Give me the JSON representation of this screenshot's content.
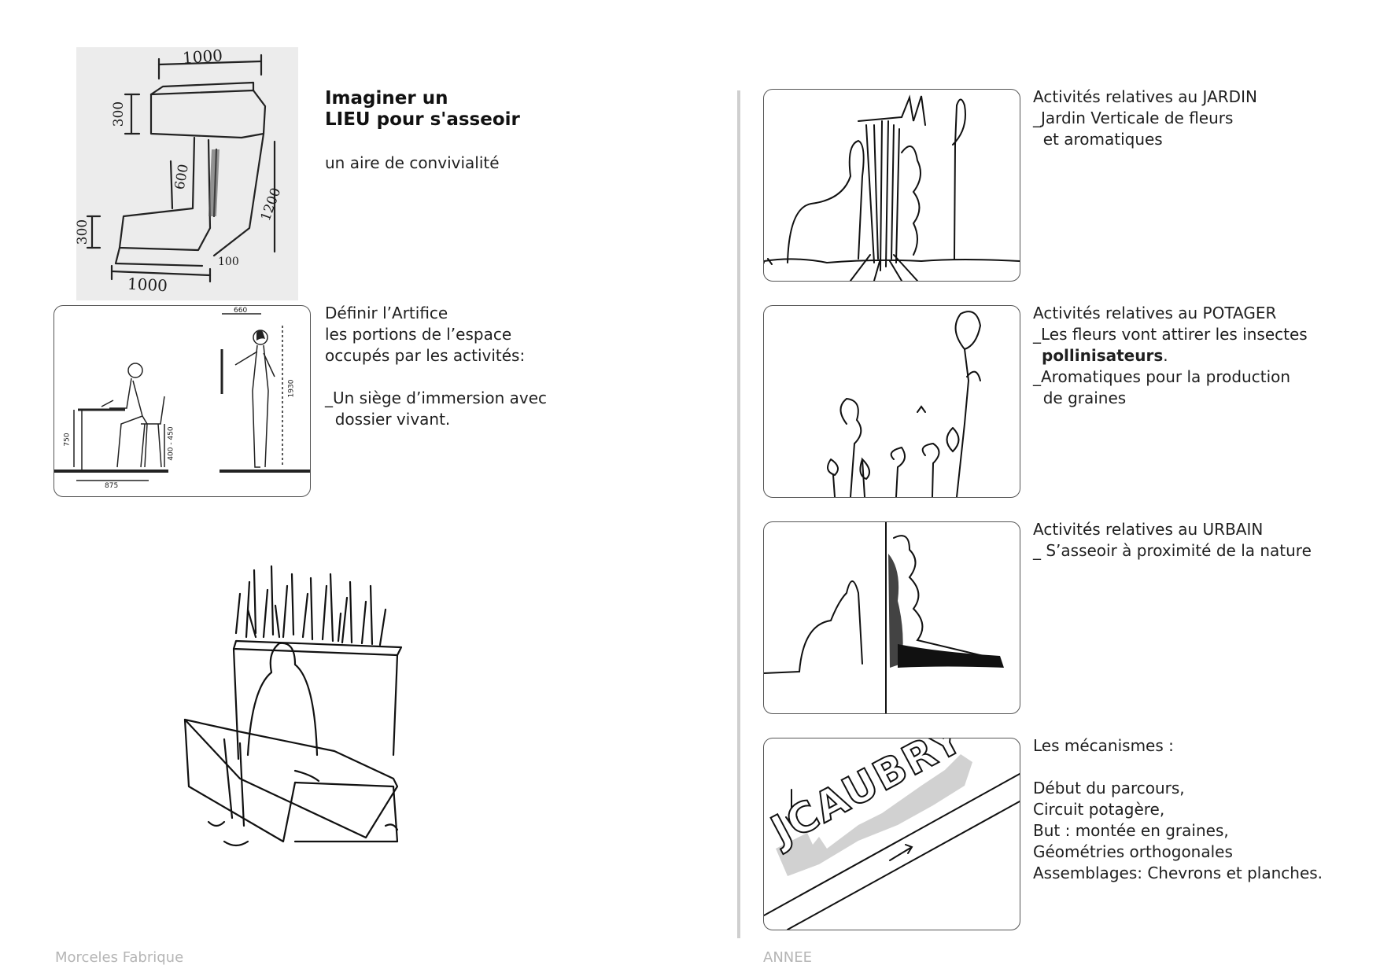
{
  "left_page": {
    "heading_line1": "Imaginer un",
    "heading_line2": "LIEU pour s'asseoir",
    "subtitle": "un aire de convivialité",
    "sketch_dims": {
      "top": "1000",
      "left_upper": "300",
      "middle": "600",
      "right": "1200",
      "left_lower": "300",
      "corner": "100",
      "bottom": "1000"
    },
    "diagram_dims": {
      "width_top": "660",
      "height_standing": "1930",
      "table_height": "750",
      "seat_height": "400 - 450",
      "table_width": "875"
    },
    "definir_lines": [
      "Définir l’Artifice",
      "les portions de l’espace",
      "occupés par les activités:",
      "",
      "_Un siège d’immersion avec",
      "  dossier vivant."
    ],
    "footer": "Morceles Fabrique"
  },
  "right_page": {
    "jardin_lines": [
      "Activités relatives au JARDIN",
      "_Jardin Verticale de fleurs",
      "  et aromatiques"
    ],
    "potager": {
      "line1": "Activités relatives au POTAGER",
      "line2": "_Les fleurs vont attirer les insectes",
      "bold_word": "pollinisateurs",
      "bold_suffix": ".",
      "line4": "_Aromatiques pour la production",
      "line5": "  de graines"
    },
    "urbain_lines": [
      "Activités relatives au URBAIN",
      "_ S’asseoir à proximité de la nature"
    ],
    "mecanismes_lines": [
      "Les mécanismes :",
      "",
      "Début du parcours,",
      "Circuit potagère,",
      "But : montée en graines,",
      "Géométries orthogonales",
      "Assemblages: Chevrons et planches."
    ],
    "sketch_letters": "JCAUBRY",
    "footer": "ANNEE"
  }
}
